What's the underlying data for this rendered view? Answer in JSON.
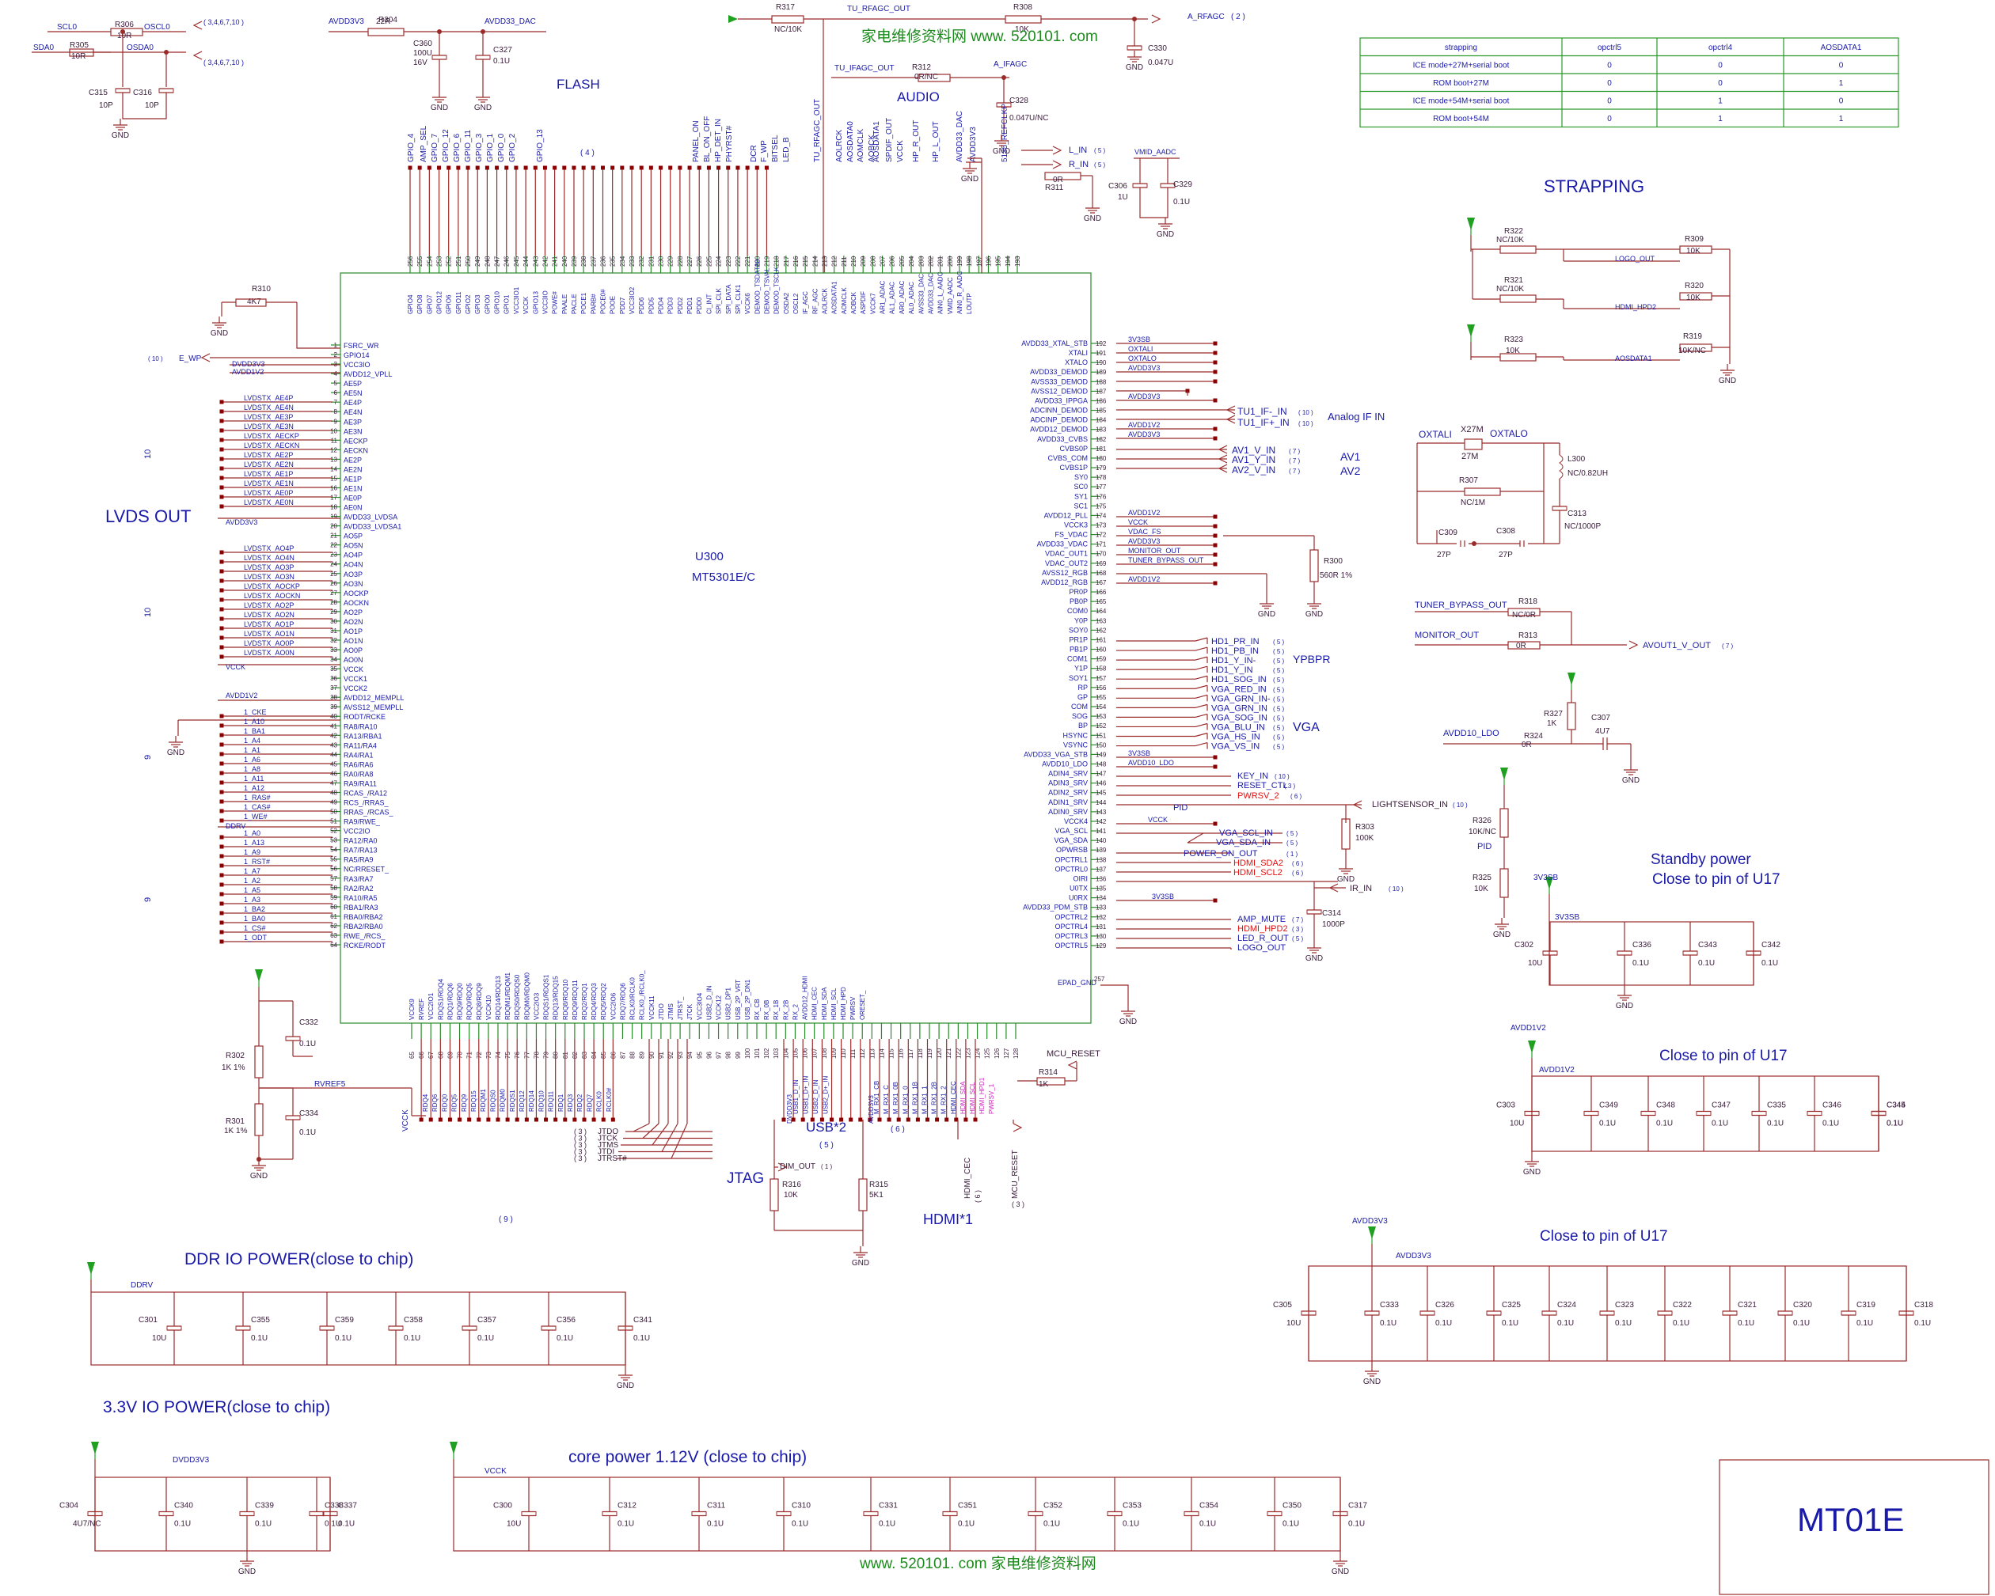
{
  "top_left": {
    "scl0": "SCL0",
    "sda0": "SDA0",
    "r306": "R306",
    "r306_v": "10R",
    "r305": "R305",
    "r305_v": "10R",
    "oscl0": "OSCL0",
    "osda0": "OSDA0",
    "ref_a": "( 3,4,6,7,10 )",
    "ref_b": "( 3,4,6,7,10 )",
    "c315": "C315",
    "c315_v": "10P",
    "c316": "C316",
    "c316_v": "10P",
    "gnd": "GND"
  },
  "avdd_block": {
    "avdd3v3": "AVDD3V3",
    "avdd33_dac": "AVDD33_DAC",
    "r304": "R304",
    "r304_v": "22R",
    "c360": "C360",
    "c360_v1": "100U",
    "c360_v2": "16V",
    "c327": "C327",
    "c327_v": "0.1U"
  },
  "rf": {
    "r317": "R317",
    "r317_v": "NC/10K",
    "tu_rfagc_out": "TU_RFAGC_OUT",
    "r308": "R308",
    "r308_v": "10K",
    "a_rfagc": "A_RFAGC",
    "ref_2": "( 2 )",
    "c330": "C330",
    "c330_v": "0.047U",
    "tu_ifagc_out": "TU_IFAGC_OUT",
    "r312": "R312",
    "r312_v": "0R/NC",
    "a_ifagc": "A_IFAGC",
    "c328": "C328",
    "c328_v": "0.047U/NC",
    "watermark_top": "家电维修资料网  www. 520101. com"
  },
  "section_titles": {
    "flash": "FLASH",
    "flash_ref": "(           4           )",
    "audio": "AUDIO",
    "strapping": "STRAPPING",
    "lvds_out": "LVDS OUT",
    "analog_if": "Analog IF IN",
    "av": [
      "AV1",
      "AV2"
    ],
    "ypbpr": "YPBPR",
    "vga": "VGA",
    "jtag": "JTAG",
    "usb": "USB*2",
    "usb_ref": "( 5 )",
    "hdmi": "HDMI*1",
    "ddr_io": "DDR IO POWER(close to chip)",
    "io33": "3.3V IO POWER(close to chip)",
    "core": "core power 1.12V (close to chip)",
    "standby_1": "Standby power",
    "standby_2": "Close to pin of U17",
    "close_u17_a": "Close to pin of U17",
    "close_u17_b": "Close to pin of U17",
    "model": "MT01E",
    "watermark_bottom": "www. 520101. com  家电维修资料网"
  },
  "chip": {
    "ref": "U300",
    "part": "MT5301E/C",
    "top_pins": [
      "GPIO4",
      "GPIO8",
      "GPIO7",
      "GPIO12",
      "GPIO6",
      "GPIO11",
      "GPIO2",
      "GPIO3",
      "GPIO0",
      "GPIO10",
      "GPIO1",
      "VCC3IO1",
      "VCCK",
      "GPIO13",
      "VCC3IO",
      "POWE#",
      "PAALE",
      "PACLE",
      "POCE1",
      "PARB#",
      "POCE0#",
      "POOE",
      "PDD7",
      "VCC3IO2",
      "PDD6",
      "PDD5",
      "PDD4",
      "PDD3",
      "PDD2",
      "PDD1",
      "PDD0",
      "CI_INT",
      "SPI_CLK",
      "SPI_DATA",
      "SPI_CLK1",
      "VCCK6",
      "DEMOD_TSDATA0",
      "DEMOD_TSVAL",
      "DEMOD_TSCLK",
      "OSDA2",
      "OSCL2",
      "IF_AGC",
      "RF_AGC",
      "AOLRCK",
      "AOSDATA1",
      "AOMCLK",
      "AOBCK",
      "ASPDIF",
      "VCCK7",
      "AR1_ADAC",
      "AL1_ADAC",
      "AR0_ADAC",
      "AL0_ADAC",
      "AVSS33_DAC",
      "AVDD33_DAC",
      "AIN0_L_AADC",
      "VMID_AADC",
      "AIN0_R_AADC",
      "LOUTP"
    ],
    "top_nums": [
      "256",
      "255",
      "254",
      "253",
      "252",
      "251",
      "250",
      "249",
      "248",
      "247",
      "246",
      "245",
      "244",
      "243",
      "242",
      "241",
      "240",
      "239",
      "238",
      "237",
      "236",
      "235",
      "234",
      "233",
      "232",
      "231",
      "230",
      "229",
      "228",
      "227",
      "226",
      "225",
      "224",
      "223",
      "222",
      "221",
      "220",
      "219",
      "218",
      "217",
      "216",
      "215",
      "214",
      "213",
      "212",
      "211",
      "210",
      "209",
      "208",
      "207",
      "206",
      "205",
      "204",
      "203",
      "202",
      "201",
      "200",
      "199",
      "198",
      "197",
      "196",
      "195",
      "194",
      "193"
    ],
    "left_pins": [
      "FSRC_WR",
      "GPIO14",
      "VCC3IO",
      "AVDD12_VPLL",
      "AE5P",
      "AE5N",
      "AE4P",
      "AE4N",
      "AE3P",
      "AE3N",
      "AECKP",
      "AECKN",
      "AE2P",
      "AE2N",
      "AE1P",
      "AE1N",
      "AE0P",
      "AE0N",
      "AVDD33_LVDSA",
      "AVDD33_LVDSA1",
      "AO5P",
      "AO5N",
      "AO4P",
      "AO4N",
      "AO3P",
      "AO3N",
      "AOCKP",
      "AOCKN",
      "AO2P",
      "AO2N",
      "AO1P",
      "AO1N",
      "AO0P",
      "AO0N",
      "VCCK",
      "VCCK1",
      "VCCK2",
      "AVDD12_MEMPLL",
      "AVSS12_MEMPLL",
      "RODT/RCKE",
      "RA8/RA10",
      "RA13/RBA1",
      "RA11/RA4",
      "RA4/RA1",
      "RA6/RA6",
      "RA0/RA8",
      "RA9/RA11",
      "RCAS_/RA12",
      "RCS_/RRAS_",
      "RRAS_/RCAS_",
      "RA9/RWE_",
      "VCC2IO",
      "RA12/RA0",
      "RA7/RA13",
      "RA5/RA9",
      "NC/RRESET_",
      "RA3/RA7",
      "RA2/RA2",
      "RA10/RA5",
      "RBA1/RA3",
      "RBA0/RBA2",
      "RBA2/RBA0",
      "RWE_/RCS_",
      "RCKE/RODT"
    ],
    "right_pins": [
      "AVDD33_XTAL_STB",
      "XTALI",
      "XTALO",
      "AVDD33_DEMOD",
      "AVSS33_DEMOD",
      "AVSS12_DEMOD",
      "AVDD33_IPPGA",
      "ADCINN_DEMOD",
      "ADCINP_DEMOD",
      "AVDD12_DEMOD",
      "AVDD33_CVBS",
      "CVBS0P",
      "CVBS_COM",
      "CVBS1P",
      "SY0",
      "SC0",
      "SY1",
      "SC1",
      "AVDD12_PLL",
      "VCCK3",
      "FS_VDAC",
      "AVDD33_VDAC",
      "VDAC_OUT1",
      "VDAC_OUT2",
      "AVSS12_RGB",
      "AVDD12_RGB",
      "PR0P",
      "PB0P",
      "COM0",
      "Y0P",
      "SOY0",
      "PR1P",
      "PB1P",
      "COM1",
      "Y1P",
      "SOY1",
      "RP",
      "GP",
      "COM",
      "SOG",
      "BP",
      "HSYNC",
      "VSYNC",
      "AVDD33_VGA_STB",
      "AVDD10_LDO",
      "ADIN4_SRV",
      "ADIN3_SRV",
      "ADIN2_SRV",
      "ADIN1_SRV",
      "ADIN0_SRV",
      "VCCK4",
      "VGA_SCL",
      "VGA_SDA",
      "OPWRSB",
      "OPCTRL1",
      "OPCTRL0",
      "OIRI",
      "U0TX",
      "U0RX",
      "AVDD33_PDM_STB",
      "OPCTRL2",
      "OPCTRL4",
      "OPCTRL3",
      "OPCTRL5"
    ],
    "right_nums": [
      "192",
      "191",
      "190",
      "189",
      "188",
      "187",
      "186",
      "185",
      "184",
      "183",
      "182",
      "181",
      "180",
      "179",
      "178",
      "177",
      "176",
      "175",
      "174",
      "173",
      "172",
      "171",
      "170",
      "169",
      "168",
      "167",
      "166",
      "165",
      "164",
      "163",
      "162",
      "161",
      "160",
      "159",
      "158",
      "157",
      "156",
      "155",
      "154",
      "153",
      "152",
      "151",
      "150",
      "149",
      "148",
      "147",
      "146",
      "145",
      "144",
      "143",
      "142",
      "141",
      "140",
      "139",
      "138",
      "137",
      "136",
      "135",
      "134",
      "133",
      "132",
      "131",
      "130",
      "129"
    ],
    "bottom_pins": [
      "VCCK9",
      "RVREF",
      "VCC2IO1",
      "RDQS1/RDQ4",
      "RDQ1/RDQ6",
      "RDQ9/RDQ0",
      "RDQ0/RDQ5",
      "RDQ8/RDQ9",
      "VCCK10",
      "RDQ14/RDQ13",
      "RDQM1/RDQM1",
      "RDQS0/RDQS0",
      "RDQM0/RDQM0",
      "VCC2IO3",
      "RDQS1/RDQS1",
      "RDQ13/RDQ15",
      "RDQ8/RDQ10",
      "RDQ9/RDQ11",
      "RDQ2/RDQ1",
      "RDQ4/RDQ3",
      "RDQ5/RDQ2",
      "VCC2IO6",
      "RDQ7/RDQ6",
      "RCLK0/RCLK0",
      "RCLK0_/RCLK0_",
      "VCCK11",
      "JTDO",
      "JTMS",
      "JTRST_",
      "JTCK",
      "VCC3IO4",
      "USB2_D_IN",
      "VCCK12",
      "USB2_DP1",
      "USB_2P_VRT",
      "USB_2P_DN1",
      "RX_CB",
      "RX_0B",
      "RX_1B",
      "RX_2B",
      "RX_2",
      "AVDD12_HDMI",
      "HDMI_CEC",
      "HDMI_SDA",
      "HDMI_SCL",
      "HDMI_HPD",
      "PWRSV",
      "ORESET_"
    ],
    "bottom_nums": [
      "65",
      "66",
      "67",
      "68",
      "69",
      "70",
      "71",
      "72",
      "73",
      "74",
      "75",
      "76",
      "77",
      "78",
      "79",
      "80",
      "81",
      "82",
      "83",
      "84",
      "85",
      "86",
      "87",
      "88",
      "89",
      "90",
      "91",
      "92",
      "93",
      "94",
      "95",
      "96",
      "97",
      "98",
      "99",
      "100",
      "101",
      "102",
      "103",
      "104",
      "105",
      "106",
      "107",
      "108",
      "109",
      "110",
      "111",
      "112",
      "113",
      "114",
      "115",
      "116",
      "117",
      "118",
      "119",
      "120",
      "121",
      "122",
      "123",
      "124",
      "125",
      "126",
      "127",
      "128"
    ],
    "epad": "EPAD_GND",
    "epad_num": "257"
  },
  "top_nets": [
    "GPIO_4",
    "AMP_SEL",
    "GPIO_7",
    "GPIO_12",
    "GPIO_6",
    "GPIO_11",
    "GPIO_3",
    "GPIO_1",
    "GPIO_0",
    "GPIO_2",
    "GPIO_13",
    "PANEL_ON",
    "BL_ON_OFF",
    "HP_DET_IN",
    "PHYRST#",
    "DCR",
    "F_WP",
    "BITSEL",
    "LED_B",
    "TU_RFAGC_OUT",
    "AOLRCK",
    "AOSDATA0",
    "AOMCLK",
    "AOBCK",
    "SPDIF_OUT",
    "HP_R_OUT",
    "HP_L_OUT",
    "AOSDATA1",
    "VCCK",
    "AVDD33_DAC",
    "AVDD3V3",
    "5135_REFCLKP"
  ],
  "left_nets": {
    "r310": "R310",
    "r310_v": "4K7",
    "e_wp": "E_WP",
    "ref_10": "( 10 )",
    "dvdd3v3": "DVDD3V3",
    "avdd1v2": "AVDD1V2",
    "avdd3v3": "AVDD3V3",
    "vcck": "VCCK",
    "ddrv": "DDRV",
    "lvds_a": [
      "LVDSTX_AE4P",
      "LVDSTX_AE4N",
      "LVDSTX_AE3P",
      "LVDSTX_AE3N",
      "LVDSTX_AECKP",
      "LVDSTX_AECKN",
      "LVDSTX_AE2P",
      "LVDSTX_AE2N",
      "LVDSTX_AE1P",
      "LVDSTX_AE1N",
      "LVDSTX_AE0P",
      "LVDSTX_AE0N"
    ],
    "lvds_b": [
      "LVDSTX_AO4P",
      "LVDSTX_AO4N",
      "LVDSTX_AO3P",
      "LVDSTX_AO3N",
      "LVDSTX_AOCKP",
      "LVDSTX_AOCKN",
      "LVDSTX_AO2P",
      "LVDSTX_AO2N",
      "LVDSTX_AO1P",
      "LVDSTX_AO1N",
      "LVDSTX_AO0P",
      "LVDSTX_AO0N"
    ],
    "ddr_a": [
      "1_CKE",
      "1_A10",
      "1_BA1",
      "1_A4",
      "1_A1",
      "1_A6",
      "1_A8",
      "1_A11",
      "1_A12",
      "1_RAS#",
      "1_CAS#",
      "1_WE#"
    ],
    "ddr_b": [
      "1_A0",
      "1_A13",
      "1_A9",
      "1_RST#",
      "1_A7",
      "1_A2",
      "1_A5",
      "1_A3",
      "1_BA2",
      "1_BA0",
      "1_CS#",
      "1_ODT"
    ],
    "bracket_nums": [
      "10",
      "10",
      "9",
      "9"
    ]
  },
  "right_nets": {
    "n1": [
      "3V3SB",
      "OXTALI",
      "OXTALO",
      "AVDD3V3"
    ],
    "n_avdd3v3b": "AVDD3V3",
    "tu1_if_n": "TU1_IF-_IN",
    "tu1_if_p": "TU1_IF+_IN",
    "ref10": "( 10 )",
    "avdd1v2": "AVDD1V2",
    "avdd3v3c": "AVDD3V3",
    "av1_v": "AV1_V_IN",
    "av1_y": "AV1_Y_IN",
    "av2_v": "AV2_V_IN",
    "ref7": "( 7 )",
    "avdd1v2b": "AVDD1V2",
    "vcck": "VCCK",
    "vdac_fs": "VDAC_FS",
    "avdd3v3d": "AVDD3V3",
    "monitor_out": "MONITOR_OUT",
    "tuner_bypass": "TUNER_BYPASS_OUT",
    "r300": "R300",
    "r300_v": "560R 1%",
    "avdd1v2c": "AVDD1V2",
    "ypbpr": [
      "HD1_PR_IN",
      "HD1_PB_IN",
      "HD1_Y_IN-",
      "HD1_Y_IN",
      "HD1_SOG_IN",
      "VGA_RED_IN",
      "VGA_GRN_IN-",
      "VGA_GRN_IN",
      "VGA_SOG_IN",
      "VGA_BLU_IN",
      "VGA_HS_IN",
      "VGA_VS_IN"
    ],
    "ref5": "( 5 )",
    "v3v3sb": "3V3SB",
    "avdd10_ldo": "AVDD10_LDO",
    "key_in": "KEY_IN",
    "reset_ctl": "RESET_CTL",
    "pwrsv2": "PWRSV_2",
    "ref3": "( 3 )",
    "ref6": "( 6 )",
    "ref1": "( 1 )",
    "pid": "PID",
    "lightsensor": "LIGHTSENSOR_IN",
    "vcck2": "VCCK",
    "vga_scl": "VGA_SCL_IN",
    "vga_sda": "VGA_SDA_IN",
    "power_on": "POWER_ON_OUT",
    "hdmi_sda2": "HDMI_SDA2",
    "hdmi_scl2": "HDMI_SCL2",
    "ir_in": "IR_IN",
    "r303": "R303",
    "r303_v": "100K",
    "c314": "C314",
    "c314_v": "1000P",
    "v3v3sb2": "3V3SB",
    "amp_mute": "AMP_MUTE",
    "hdmi_hpd2": "HDMI_HPD2",
    "led_r": "LED_R_OUT",
    "logo_out": "LOGO_OUT",
    "epad_gnd": "GND"
  },
  "audio_right": {
    "l_in": "L_IN",
    "r_in": "R_IN",
    "ref5": "( 5 )",
    "r311": "R311",
    "r311_v": "0R",
    "vmid": "VMID_AADC",
    "c306": "C306",
    "c306_v": "1U",
    "c329": "C329",
    "c329_v": "0.1U"
  },
  "strapping_table": {
    "headers": [
      "strapping",
      "opctrl5",
      "opctrl4",
      "AOSDATA1"
    ],
    "rows": [
      [
        "ICE mode+27M+serial boot",
        "0",
        "0",
        "0"
      ],
      [
        "ROM boot+27M",
        "0",
        "0",
        "1"
      ],
      [
        "ICE mode+54M+serial boot",
        "0",
        "1",
        "0"
      ],
      [
        "ROM boot+54M",
        "0",
        "1",
        "1"
      ]
    ]
  },
  "strap_res": {
    "r322": "R322",
    "r322_v": "NC/10K",
    "r309": "R309",
    "r309_v": "10K",
    "logo_out": "LOGO_OUT",
    "r321": "R321",
    "r321_v": "NC/10K",
    "r320": "R320",
    "r320_v": "10K",
    "hdmi_hpd2": "HDMI_HPD2",
    "r323": "R323",
    "r323_v": "10K",
    "r319": "R319",
    "r319_v": "10K/NC",
    "aosdata1": "AOSDATA1"
  },
  "xtal": {
    "oxtali": "OXTALI",
    "x27m": "X27M",
    "x27m_v": "27M",
    "oxtalo": "OXTALO",
    "l300": "L300",
    "l300_v": "NC/0.82UH",
    "r307": "R307",
    "r307_v": "NC/1M",
    "c313": "C313",
    "c313_v": "NC/1000P",
    "c309": "C309",
    "c309_v": "27P",
    "c308": "C308",
    "c308_v": "27P"
  },
  "av_out": {
    "tuner_bypass": "TUNER_BYPASS_OUT",
    "r318": "R318",
    "r318_v": "NC/0R",
    "monitor_out": "MONITOR_OUT",
    "r313": "R313",
    "r313_v": "0R",
    "avout1": "AVOUT1_V_OUT",
    "ref7": "( 7 )",
    "r327": "R327",
    "r327_v": "1K",
    "c307": "C307",
    "c307_v": "4U7",
    "avdd10": "AVDD10_LDO",
    "r324": "R324",
    "r324_v": "0R",
    "r326": "R326",
    "r326_v": "10K/NC",
    "pid": "PID",
    "r325": "R325",
    "r325_v": "10K"
  },
  "standby": {
    "v3v3sb": "3V3SB",
    "v3v3sb2": "3V3SB",
    "caps": [
      [
        "C302",
        "10U"
      ],
      [
        "C336",
        "0.1U"
      ],
      [
        "C343",
        "0.1U"
      ],
      [
        "C342",
        "0.1U"
      ]
    ]
  },
  "avdd1v2_block": {
    "rail": "AVDD1V2",
    "rail2": "AVDD1V2",
    "caps": [
      [
        "C303",
        "10U"
      ],
      [
        "C349",
        "0.1U"
      ],
      [
        "C348",
        "0.1U"
      ],
      [
        "C347",
        "0.1U"
      ],
      [
        "C335",
        "0.1U"
      ],
      [
        "C346",
        "0.1U"
      ],
      [
        "C345",
        "0.1U"
      ],
      [
        "C344",
        "0.1U"
      ]
    ]
  },
  "avdd3v3_block": {
    "rail": "AVDD3V3",
    "rail2": "AVDD3V3",
    "caps": [
      [
        "C305",
        "10U"
      ],
      [
        "C333",
        "0.1U"
      ],
      [
        "C326",
        "0.1U"
      ],
      [
        "C325",
        "0.1U"
      ],
      [
        "C324",
        "0.1U"
      ],
      [
        "C323",
        "0.1U"
      ],
      [
        "C322",
        "0.1U"
      ],
      [
        "C321",
        "0.1U"
      ],
      [
        "C320",
        "0.1U"
      ],
      [
        "C319",
        "0.1U"
      ],
      [
        "C318",
        "0.1U"
      ]
    ]
  },
  "ddr_block": {
    "rail": "DDRV",
    "caps": [
      [
        "C301",
        "10U"
      ],
      [
        "C355",
        "0.1U"
      ],
      [
        "C359",
        "0.1U"
      ],
      [
        "C358",
        "0.1U"
      ],
      [
        "C357",
        "0.1U"
      ],
      [
        "C356",
        "0.1U"
      ],
      [
        "C341",
        "0.1U"
      ]
    ]
  },
  "io33_block": {
    "rail": "DVDD3V3",
    "caps": [
      [
        "C304",
        "4U7/NC"
      ],
      [
        "C340",
        "0.1U"
      ],
      [
        "C339",
        "0.1U"
      ],
      [
        "C338",
        "0.1U"
      ],
      [
        "C337",
        "0.1U"
      ]
    ]
  },
  "core_block": {
    "rail": "VCCK",
    "caps": [
      [
        "C300",
        "10U"
      ],
      [
        "C312",
        "0.1U"
      ],
      [
        "C311",
        "0.1U"
      ],
      [
        "C310",
        "0.1U"
      ],
      [
        "C331",
        "0.1U"
      ],
      [
        "C351",
        "0.1U"
      ],
      [
        "C352",
        "0.1U"
      ],
      [
        "C353",
        "0.1U"
      ],
      [
        "C354",
        "0.1U"
      ],
      [
        "C350",
        "0.1U"
      ],
      [
        "C317",
        "0.1U"
      ]
    ]
  },
  "bottom_left": {
    "c332": "C332",
    "c332_v": "0.1U",
    "r302": "R302",
    "r302_v": "1K 1%",
    "rvref5": "RVREF5",
    "r301": "R301",
    "r301_v": "1K 1%",
    "c334": "C334",
    "c334_v": "0.1U",
    "vcck": "VCCK",
    "ref9": "(         9         )"
  },
  "bottom_nets": {
    "ddr_dq": [
      "RDQ4",
      "RDQ6",
      "RDQ0",
      "RDQ5",
      "RDQ9",
      "RDQ15",
      "RDQM1",
      "RDQS0",
      "RDQM0",
      "RDQS1",
      "RDQ12",
      "RDQ14",
      "RDQ10",
      "RDQ11",
      "RDQ1",
      "RDQ3",
      "RDQ2",
      "RDQ7",
      "RCLK0",
      "RCLK0#"
    ],
    "jtag": [
      "JTDO",
      "JTCK",
      "JTMS",
      "JTDI",
      "JTRST#"
    ],
    "jtag_ref": "( 3 )",
    "usb_nets": [
      "USB1_D_IN",
      "USB1_D+_IN",
      "USB2_D_IN",
      "USB2_D+_IN"
    ],
    "hdmi_nets": [
      "M_RX1_CB",
      "M_RX1_C",
      "M_RX1_0B",
      "M_RX1_0",
      "M_RX1_1B",
      "M_RX1_1",
      "M_RX1_2B",
      "M_RX1_2",
      "HDMI_CEC",
      "HDMI_SDA",
      "HDMI_SCL",
      "HDMI_HPD1",
      "PWRSV_1"
    ],
    "hdmi_ref": "( 6 )",
    "dim_out": "DIM_OUT",
    "ref1": "( 1 )",
    "r316": "R316",
    "r316_v": "10K",
    "r315": "R315",
    "r315_v": "5K1",
    "hdmi_cec": "HDMI_CEC",
    "hdmi_cec_ref": "( 6 )",
    "mcu_reset": "MCU_RESET",
    "mcu_reset_ref": "( 3 )",
    "mcu_reset_top": "MCU_RESET",
    "r314": "R314",
    "r314_v": "1K",
    "dvdd3v3": "DVDD3V3",
    "avdd3v3": "AVDD3V3"
  },
  "gnd": "GND",
  "colors": {
    "wire": "#9b2b2b",
    "text_blue": "#1a1aa8",
    "text_dark": "#3a1a3a",
    "green": "#1d8a1d",
    "highlight_red": "#e01010",
    "highlight_magenta": "#d020c0"
  }
}
